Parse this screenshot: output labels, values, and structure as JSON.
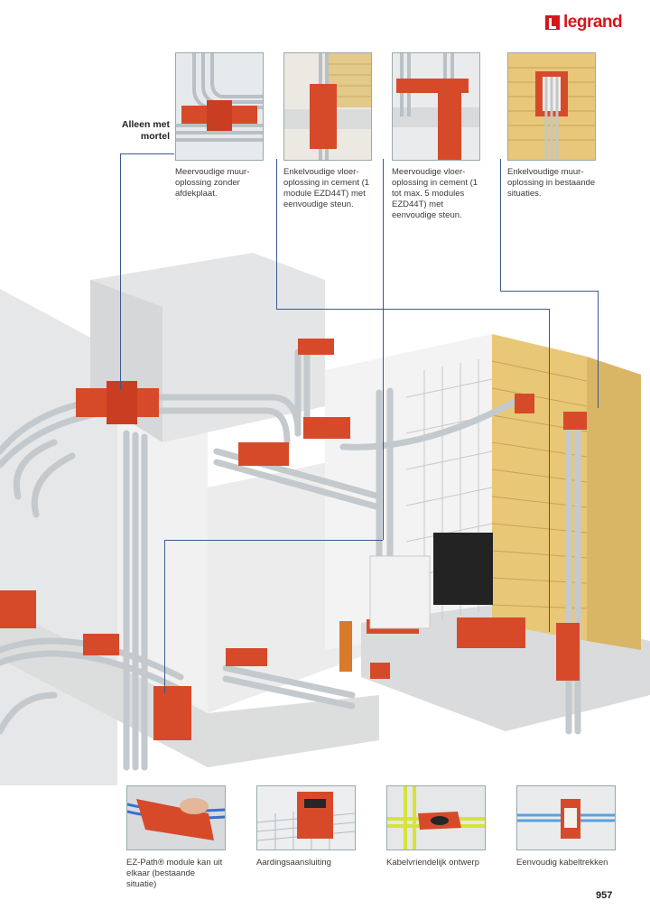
{
  "brand": {
    "name": "legrand",
    "color": "#d7151b"
  },
  "accent_color": "#d64a2a",
  "leader_color": "#3b5a8a",
  "top_label": "Alleen met mortel",
  "top_captions": [
    "Meervoudige muur-oplossing zonder afdekplaat.",
    "Enkelvoudige vloer-oplossing in cement (1 module EZD44T) met eenvoudige steun.",
    "Meervoudige vloer-oplossing in cement (1 tot max. 5 modules EZD44T) met eenvoudige steun.",
    "Enkelvoudige muur-oplossing in bestaande situaties."
  ],
  "bottom_captions": [
    "EZ-Path® module kan uit elkaar (bestaande situatie)",
    "Aardingsaansluiting",
    "Kabelvriendelijk ontwerp",
    "Eenvoudig kabeltrekken"
  ],
  "page_number": "957"
}
